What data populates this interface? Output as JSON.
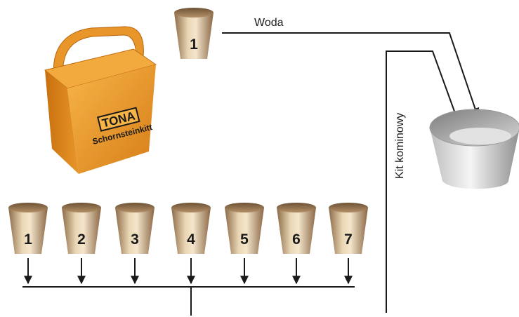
{
  "labels": {
    "water": "Woda",
    "chimney_kit": "Kit kominowy"
  },
  "product_box": {
    "brand": "TONA",
    "subtitle": "Schornsteinkitt"
  },
  "top_cup": {
    "number": "1"
  },
  "cups": [
    {
      "number": "1"
    },
    {
      "number": "2"
    },
    {
      "number": "3"
    },
    {
      "number": "4"
    },
    {
      "number": "5"
    },
    {
      "number": "6"
    },
    {
      "number": "7"
    }
  ],
  "colors": {
    "cup_light": "#f1e2c6",
    "cup_dark": "#9a7652",
    "box_orange": "#f0a030",
    "box_dark": "#c86f10",
    "bowl_light": "#f3f3f3",
    "bowl_dark": "#9d9d9d",
    "line": "#1a1a1a"
  }
}
